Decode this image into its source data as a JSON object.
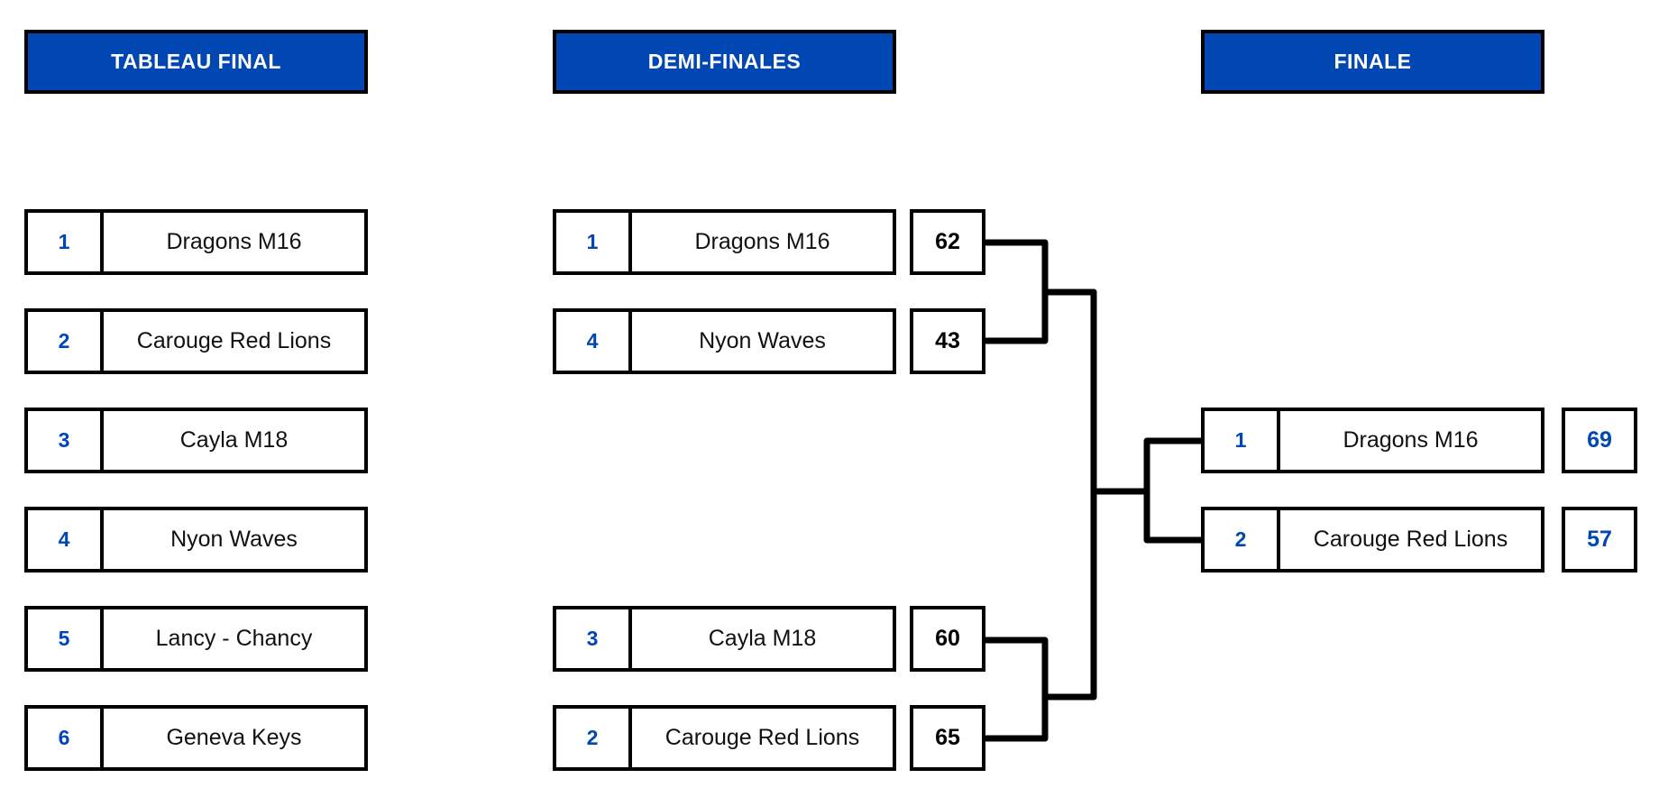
{
  "headers": {
    "col1": "TABLEAU FINAL",
    "col2": "DEMI-FINALES",
    "col3": "FINALE"
  },
  "tableau_final": [
    {
      "seed": "1",
      "team": "Dragons M16"
    },
    {
      "seed": "2",
      "team": "Carouge Red Lions"
    },
    {
      "seed": "3",
      "team": "Cayla M18"
    },
    {
      "seed": "4",
      "team": "Nyon Waves"
    },
    {
      "seed": "5",
      "team": "Lancy - Chancy"
    },
    {
      "seed": "6",
      "team": "Geneva Keys"
    }
  ],
  "demi_finales": [
    {
      "seed": "1",
      "team": "Dragons M16",
      "score": "62"
    },
    {
      "seed": "4",
      "team": "Nyon Waves",
      "score": "43"
    },
    {
      "seed": "3",
      "team": "Cayla M18",
      "score": "60"
    },
    {
      "seed": "2",
      "team": "Carouge Red Lions",
      "score": "65"
    }
  ],
  "finale": [
    {
      "seed": "1",
      "team": "Dragons M16",
      "score": "69"
    },
    {
      "seed": "2",
      "team": "Carouge Red Lions",
      "score": "57"
    }
  ],
  "colors": {
    "accent": "#0047b3",
    "border": "#000000"
  }
}
